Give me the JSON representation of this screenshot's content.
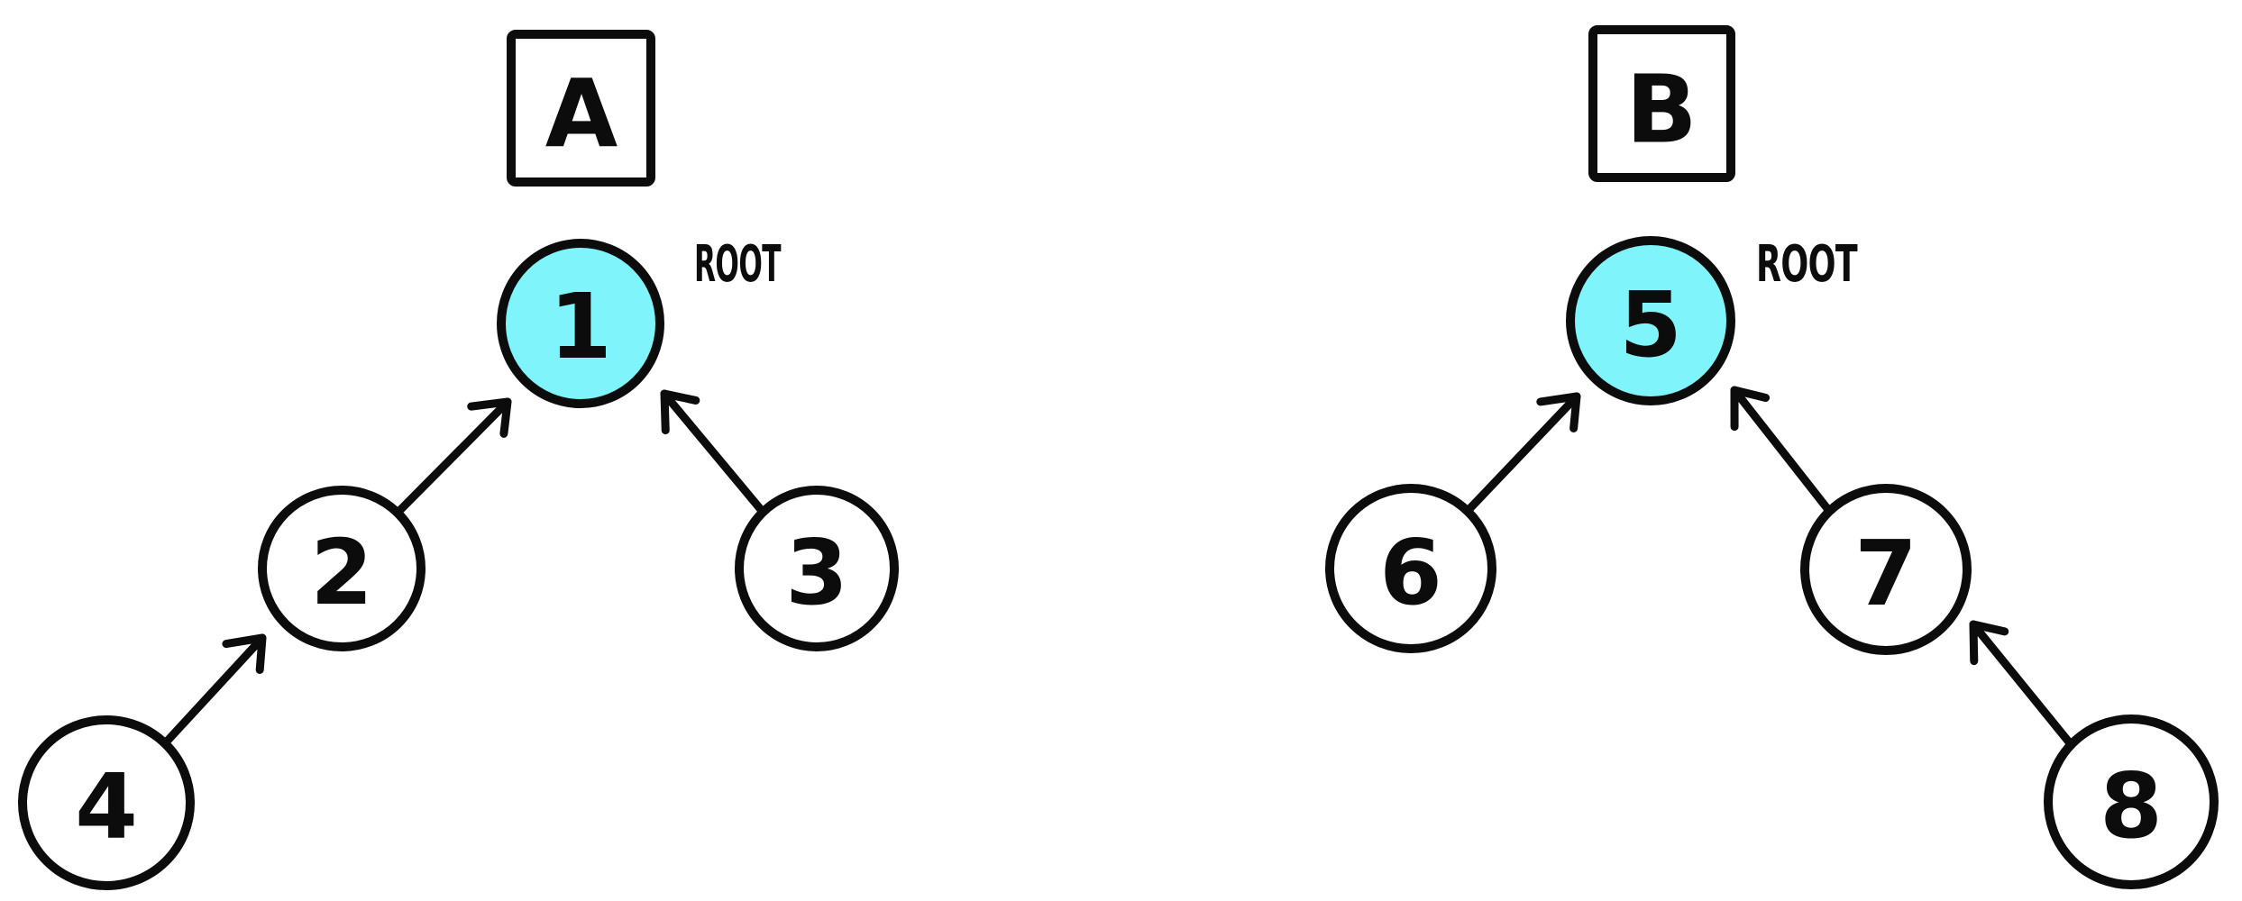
{
  "diagram": {
    "background_color": "#ffffff",
    "stroke_color": "#0c0c0c",
    "root_fill_color": "#7ff4fb",
    "node_fill_color": "#ffffff",
    "trees": [
      {
        "box_label": "A",
        "root_label": "ROOT",
        "nodes": [
          {
            "value": "1",
            "is_root": true
          },
          {
            "value": "2",
            "is_root": false
          },
          {
            "value": "3",
            "is_root": false
          },
          {
            "value": "4",
            "is_root": false
          }
        ],
        "edges": [
          {
            "from": "2",
            "to": "1"
          },
          {
            "from": "3",
            "to": "1"
          },
          {
            "from": "4",
            "to": "2"
          }
        ]
      },
      {
        "box_label": "B",
        "root_label": "ROOT",
        "nodes": [
          {
            "value": "5",
            "is_root": true
          },
          {
            "value": "6",
            "is_root": false
          },
          {
            "value": "7",
            "is_root": false
          },
          {
            "value": "8",
            "is_root": false
          }
        ],
        "edges": [
          {
            "from": "6",
            "to": "5"
          },
          {
            "from": "7",
            "to": "5"
          },
          {
            "from": "8",
            "to": "7"
          }
        ]
      }
    ]
  }
}
